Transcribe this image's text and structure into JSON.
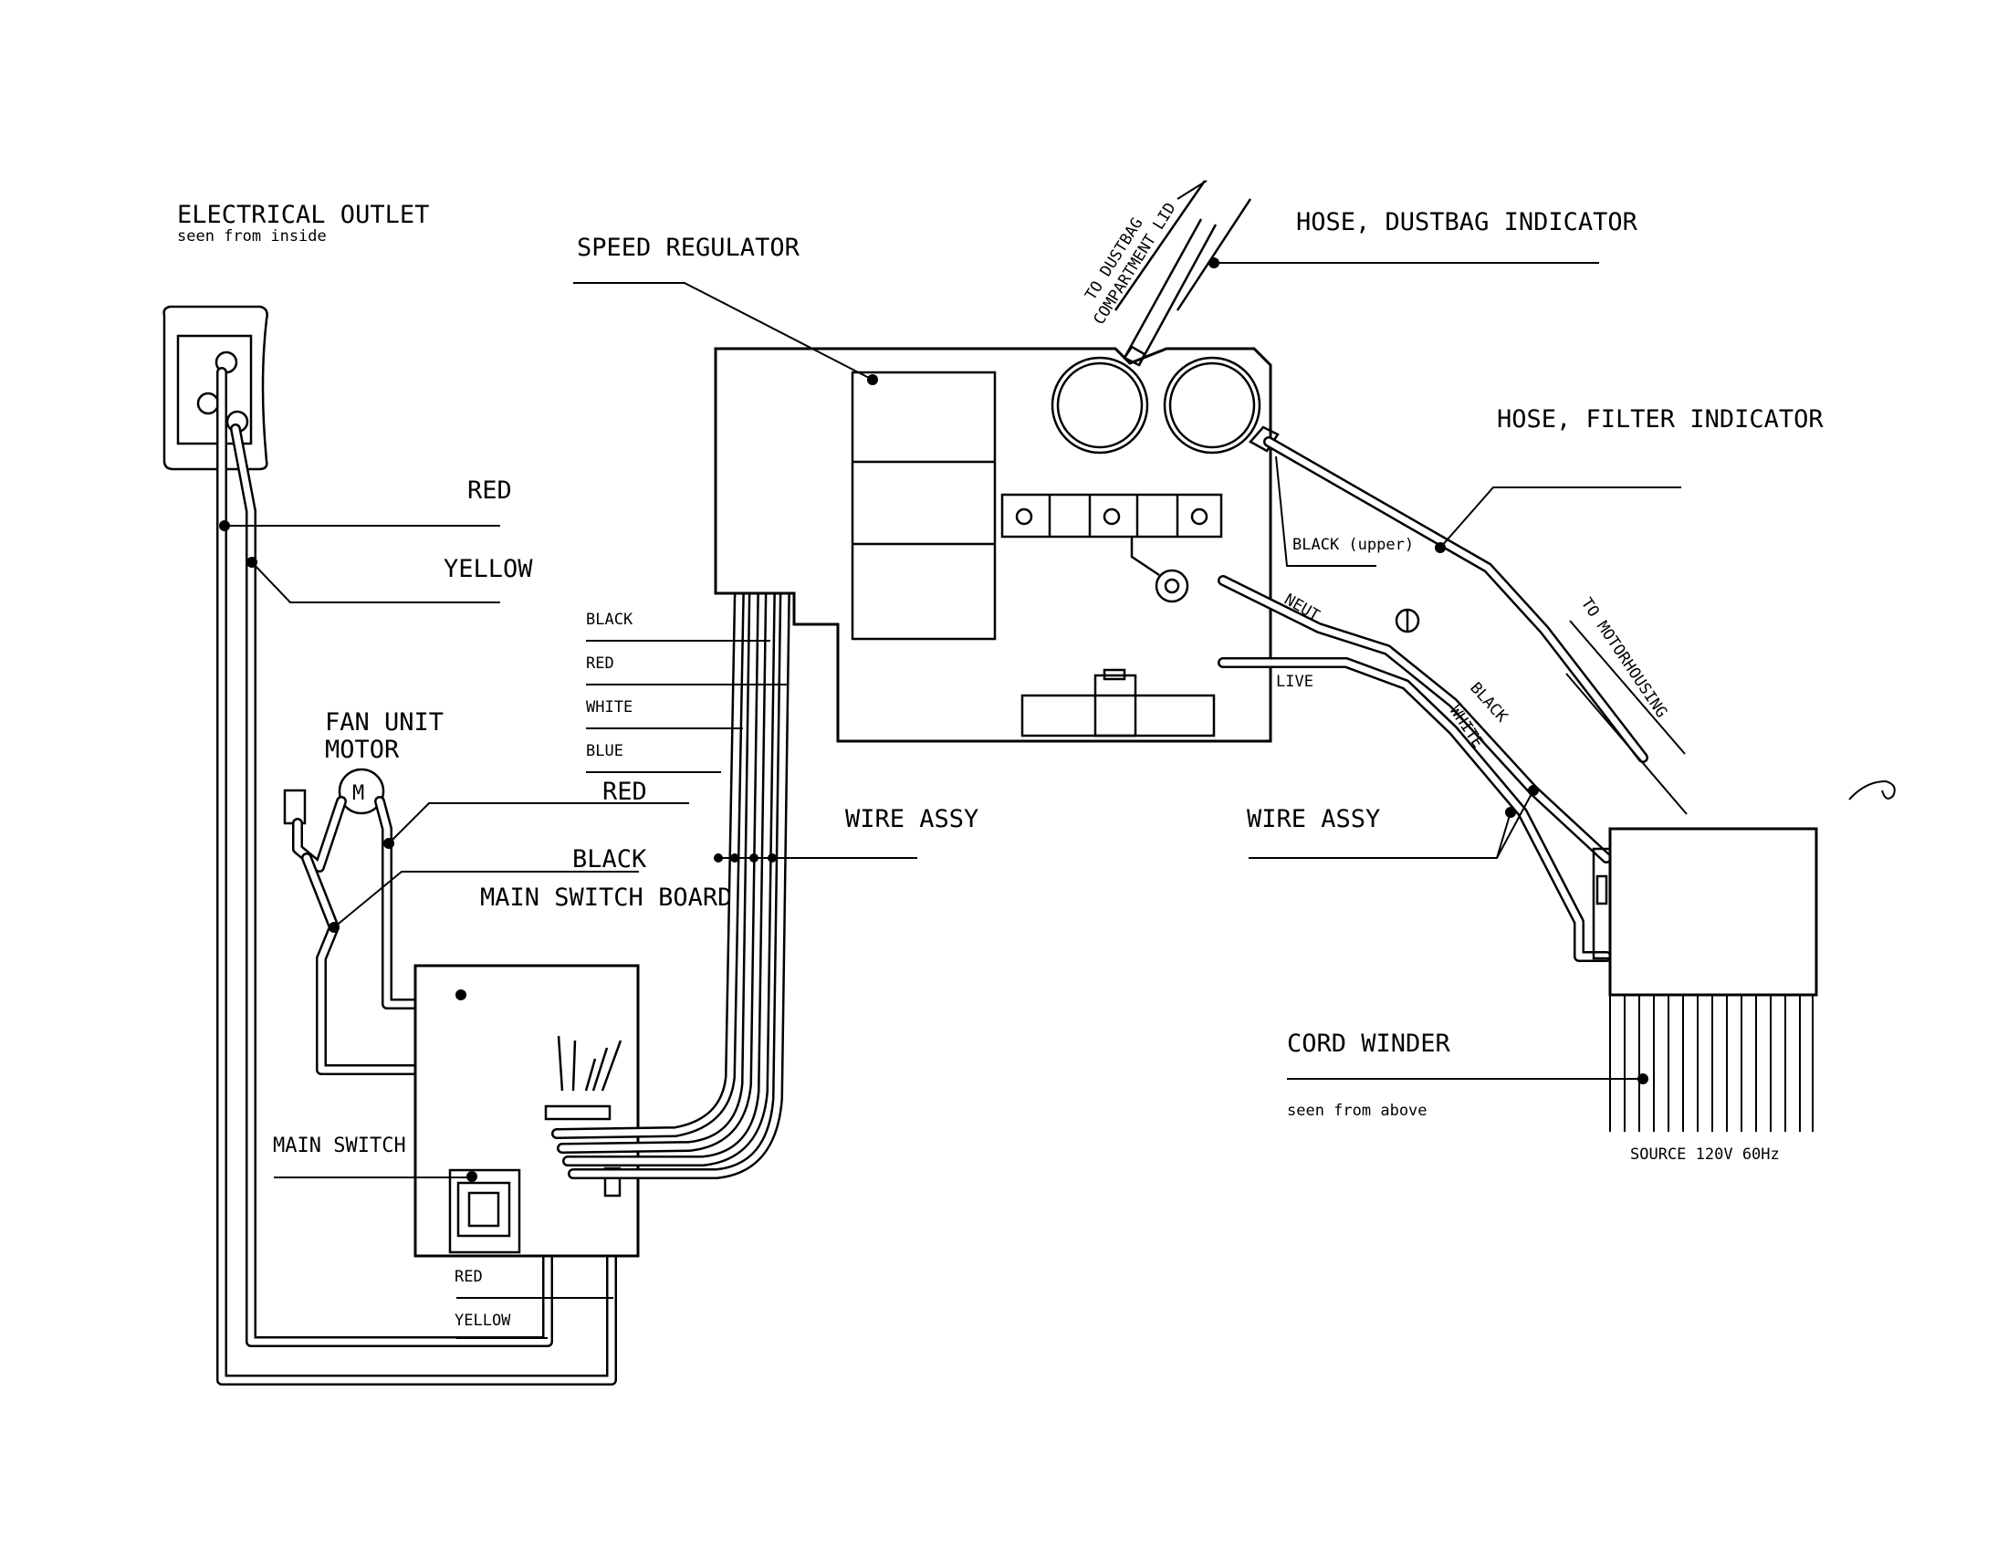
{
  "labels": {
    "electrical_outlet": "ELECTRICAL OUTLET",
    "electrical_outlet_sub": "seen from inside",
    "speed_regulator": "SPEED REGULATOR",
    "hose_dustbag": "HOSE, DUSTBAG INDICATOR",
    "hose_filter": "HOSE, FILTER INDICATOR",
    "to_dustbag_line1": "TO DUSTBAG",
    "to_dustbag_line2": "COMPARTMENT LID",
    "to_motorhousing": "TO MOTORHOUSING",
    "red_outlet": "RED",
    "yellow_outlet": "YELLOW",
    "fan_unit_motor_1": "FAN UNIT",
    "fan_unit_motor_2": "MOTOR",
    "motor_symbol": "M",
    "black_wire": "BLACK",
    "red_wire": "RED",
    "white_wire": "WHITE",
    "blue_wire": "BLUE",
    "red_fan": "RED",
    "black_fan": "BLACK",
    "main_switch_board": "MAIN SWITCH BOARD",
    "wire_assy_left": "WIRE ASSY",
    "wire_assy_right": "WIRE ASSY",
    "black_upper": "BLACK (upper)",
    "neut": "NEUT",
    "live": "LIVE",
    "black_cord": "BLACK",
    "white_cord": "WHITE",
    "cord_winder": "CORD WINDER",
    "cord_winder_sub": "seen from above",
    "source": "SOURCE 120V  60Hz",
    "main_switch": "MAIN SWITCH",
    "red_bottom": "RED",
    "yellow_bottom": "YELLOW"
  }
}
